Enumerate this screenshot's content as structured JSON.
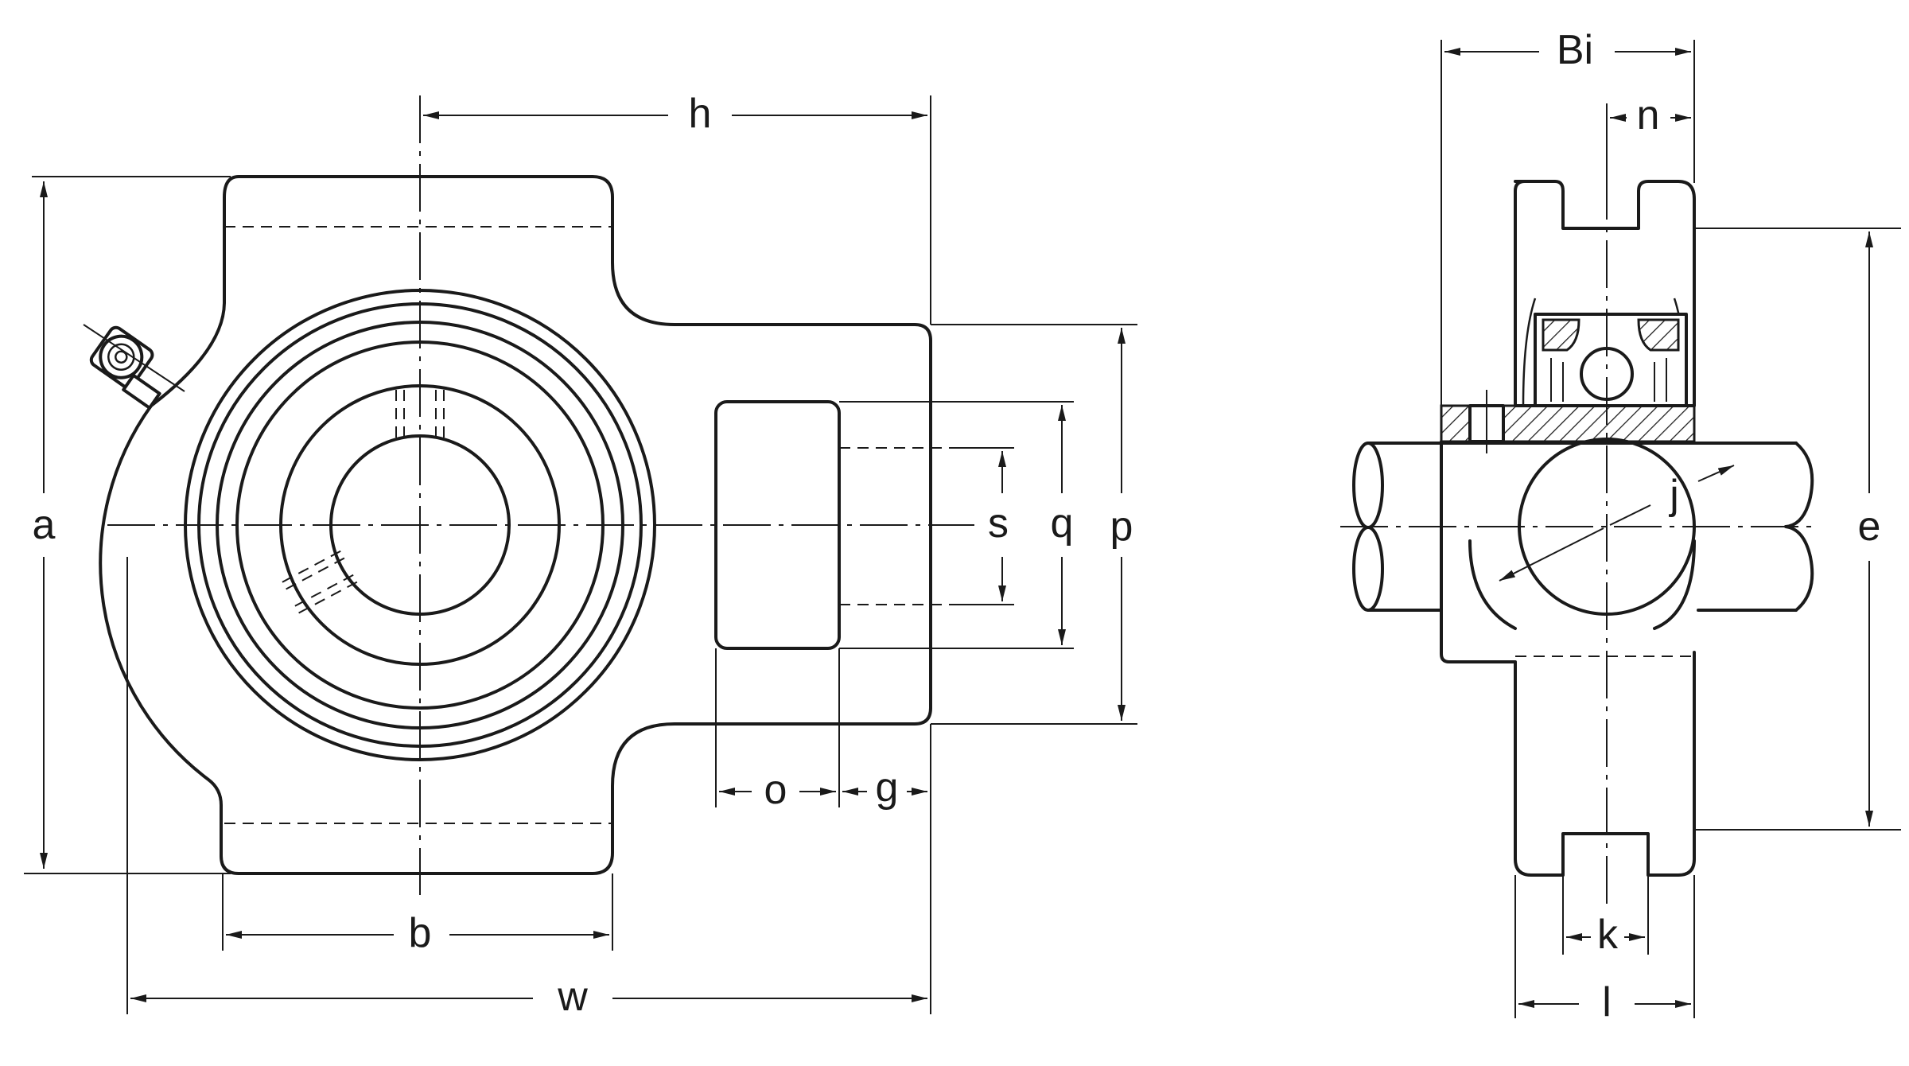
{
  "diagram": {
    "front_view": {
      "dimension_labels": {
        "h": "h",
        "a": "a",
        "b": "b",
        "w": "w",
        "s": "s",
        "q": "q",
        "p": "p",
        "o": "o",
        "g": "g"
      }
    },
    "side_view": {
      "dimension_labels": {
        "Bi": "Bi",
        "n": "n",
        "j": "j",
        "e": "e",
        "k": "k",
        "l": "l"
      }
    },
    "colors": {
      "line": "#1a1a1a",
      "background": "#ffffff"
    }
  }
}
